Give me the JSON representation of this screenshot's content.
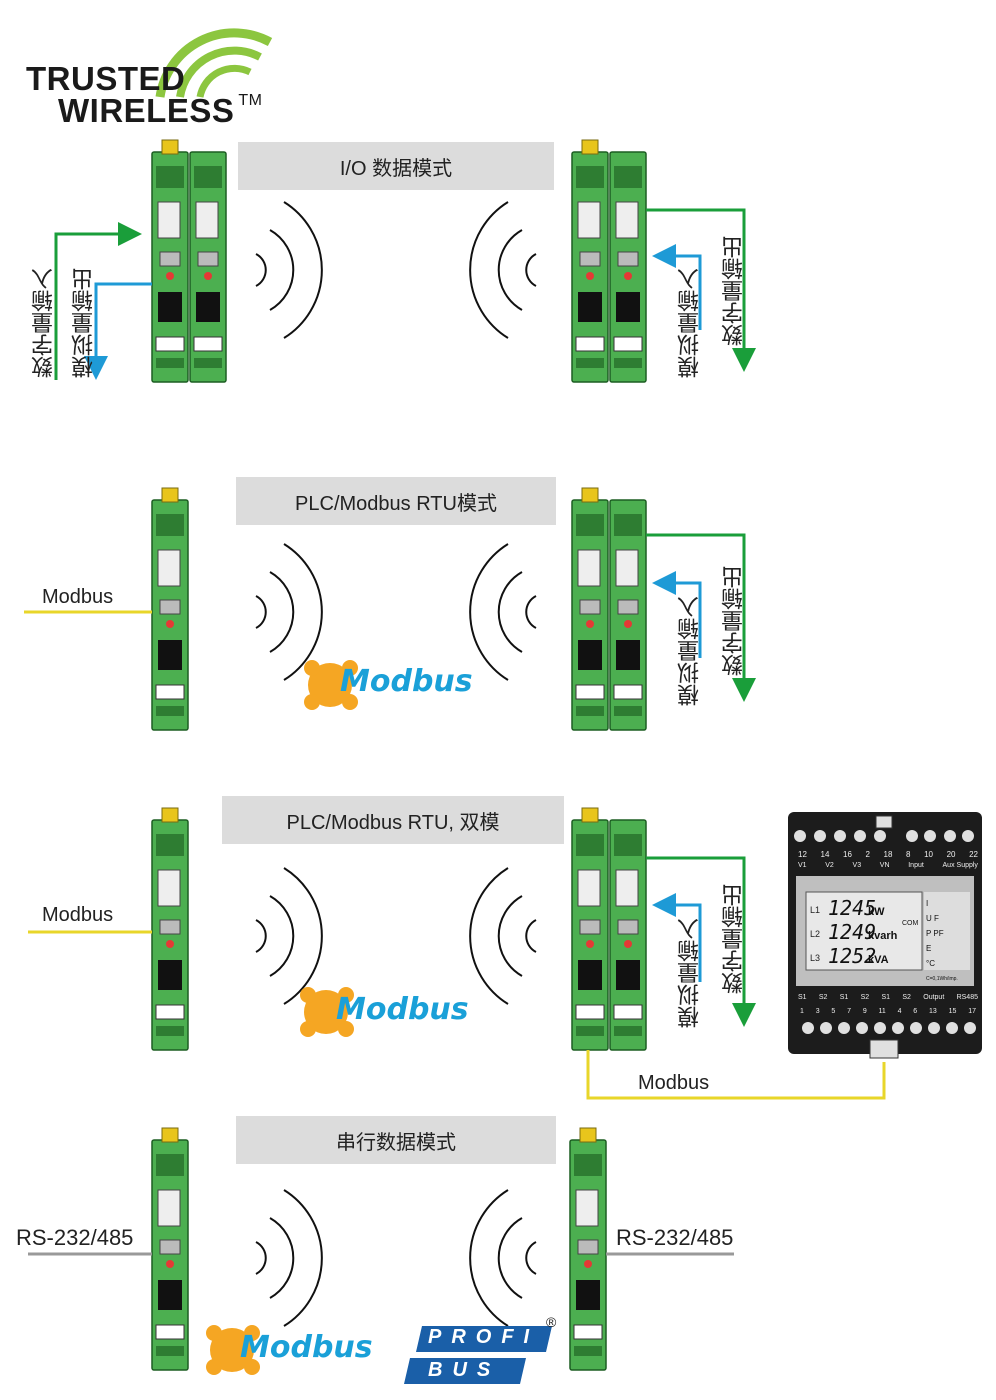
{
  "logo": {
    "line1": "TRUSTED",
    "line2": "WIRELESS",
    "tm": "TM"
  },
  "sections": [
    {
      "title": "I/O 数据模式"
    },
    {
      "title": "PLC/Modbus RTU模式"
    },
    {
      "title": "PLC/Modbus RTU,  双模"
    },
    {
      "title": "串行数据模式"
    }
  ],
  "labels": {
    "digital_in": "数字量输入",
    "analog_out": "模拟量输出",
    "analog_in": "模拟量输入",
    "digital_out": "数字量输出",
    "modbus": "Modbus",
    "serial": "RS-232/485"
  },
  "brands": {
    "modbus": "Modbus",
    "profibus_top": "PROFI",
    "profibus_bottom": "BUS",
    "registered": "®"
  },
  "meter": {
    "top_terminals": [
      "12",
      "14",
      "16",
      "2",
      "18",
      "8",
      "10",
      "20",
      "22"
    ],
    "top_labels": [
      "V1",
      "V2",
      "V3",
      "VN",
      "Input",
      "Aux Supply"
    ],
    "lines": [
      "L1",
      "L2",
      "L3"
    ],
    "readings": [
      "1245",
      "1249",
      "1252"
    ],
    "units": [
      "kW",
      "kvarh",
      "kVA"
    ],
    "com": "COM",
    "side_keys": [
      "I",
      "U F",
      "P PF",
      "E",
      "°C"
    ],
    "pulse": "C=0,1Wh/imp.",
    "bottom_labels": [
      "S1",
      "S2",
      "S1",
      "S2",
      "S1",
      "S2",
      "Output",
      "RS485"
    ],
    "bottom_terminals": [
      "1",
      "3",
      "5",
      "7",
      "9",
      "11",
      "4",
      "6",
      "13",
      "15",
      "17"
    ]
  },
  "colors": {
    "green_module": "#4caf50",
    "arrow_green": "#1a9e3a",
    "arrow_blue": "#1e9ad6",
    "modbus_line": "#e8d62a",
    "serial_line": "#999999",
    "banner": "#dcdcdc"
  }
}
